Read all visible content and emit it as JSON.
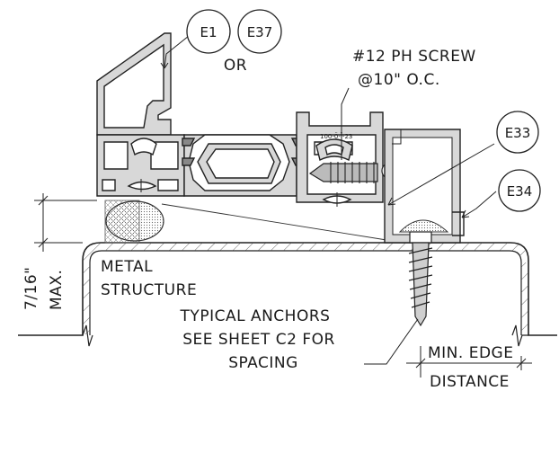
{
  "callouts": {
    "e1": "E1",
    "e37": "E37",
    "or": "OR",
    "e33": "E33",
    "e34": "E34"
  },
  "notes": {
    "screw_line1": "#12 PH SCREW",
    "screw_line2": "@10\" O.C.",
    "dimension_value": "7/16\"",
    "dimension_max": "MAX.",
    "metal_line1": "METAL",
    "metal_line2": "STRUCTURE",
    "anchors_line1": "TYPICAL ANCHORS",
    "anchors_line2": "SEE SHEET C2 FOR",
    "anchors_line3": "SPACING",
    "edge_line1": "MIN. EDGE",
    "edge_line2": "DISTANCE",
    "part_mark": "100-0̈-Ï-23"
  }
}
